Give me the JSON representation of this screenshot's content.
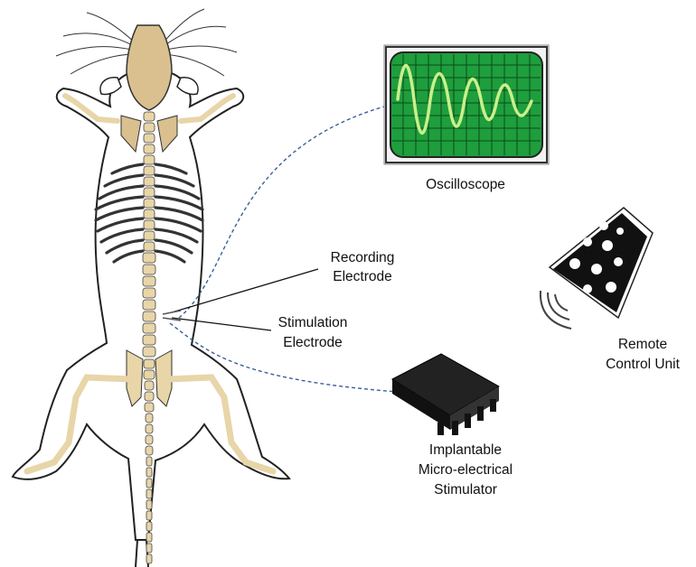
{
  "labels": {
    "oscilloscope": "Oscilloscope",
    "recording_line1": "Recording",
    "recording_line2": "Electrode",
    "stimulation_line1": "Stimulation",
    "stimulation_line2": "Electrode",
    "remote_line1": "Remote",
    "remote_line2": "Control Unit",
    "implant_line1": "Implantable",
    "implant_line2": "Micro-electrical",
    "implant_line3": "Stimulator"
  },
  "colors": {
    "bone": "#e8d5a8",
    "skull": "#d9c08e",
    "screen": "#1e9e3c",
    "trace": "#c9f08a",
    "chip": "#1a1a1a",
    "dashed_link": "#3a5f9a"
  },
  "icons": [
    "rat-skeleton-illustration",
    "oscilloscope-icon",
    "remote-control-icon",
    "microchip-icon",
    "wireless-signal-icon"
  ]
}
